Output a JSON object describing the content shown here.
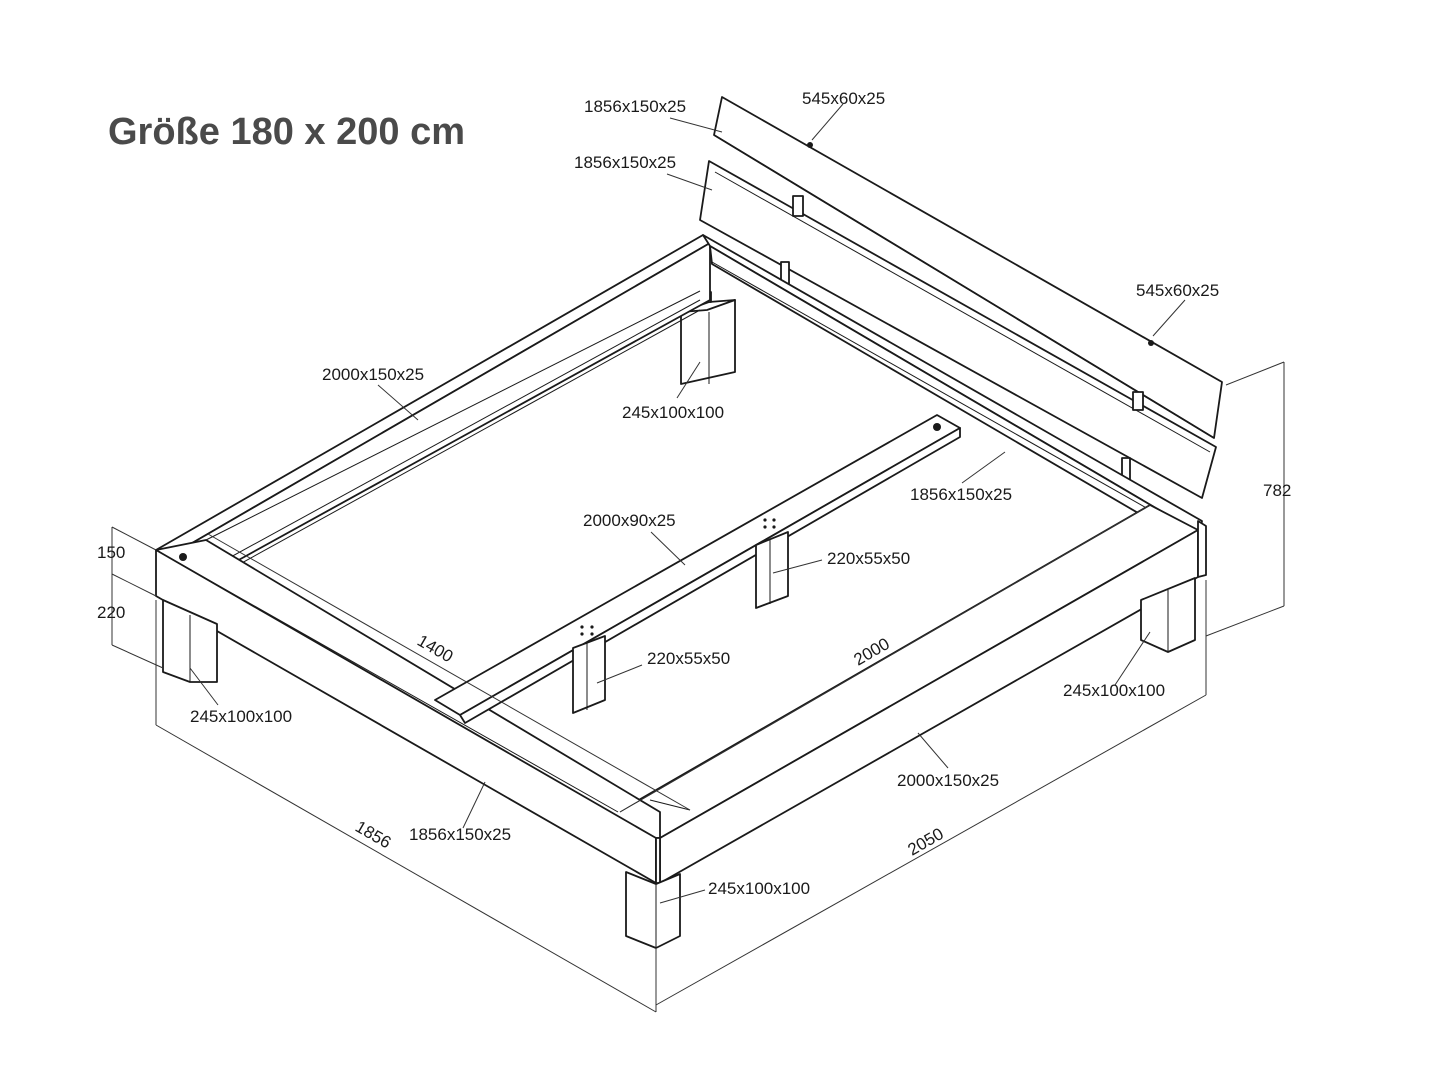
{
  "title": "Größe 180 x 200 cm",
  "labels": {
    "top_board_a": "1856x150x25",
    "top_board_b": "1856x150x25",
    "strap_upper": "545x60x25",
    "strap_lower": "545x60x25",
    "left_rail": "2000x150x25",
    "back_leg": "245x100x100",
    "head_rail": "1856x150x25",
    "center_beam": "2000x90x25",
    "support_leg_back": "220x55x50",
    "support_leg_front": "220x55x50",
    "dim_height_total": "782",
    "dim_rail_height": "150",
    "dim_leg_height": "220",
    "front_left_leg": "245x100x100",
    "inner_width": "1400",
    "inner_length": "2000",
    "right_back_leg": "245x100x100",
    "right_rail": "2000x150x25",
    "foot_rail": "1856x150x25",
    "dim_outer_width": "1856",
    "dim_outer_length": "2050",
    "front_right_leg": "245x100x100"
  }
}
